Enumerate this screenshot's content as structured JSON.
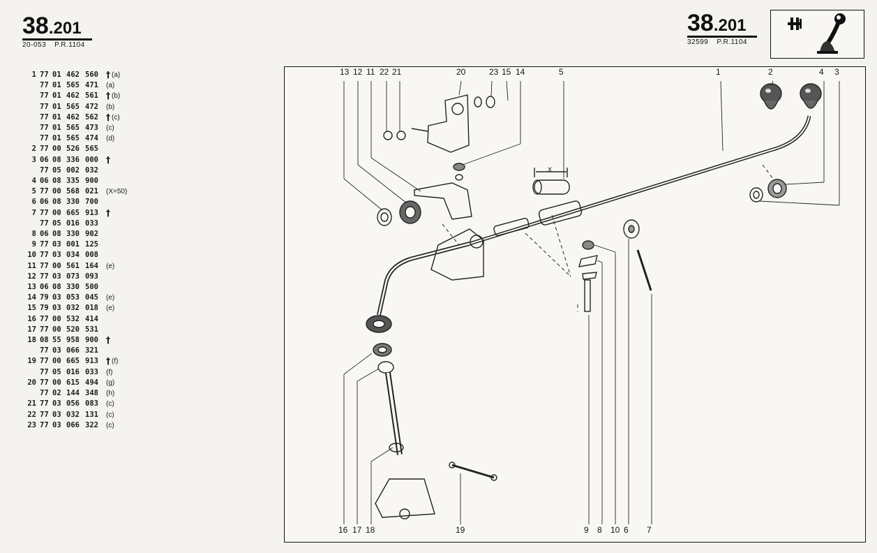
{
  "left_header": {
    "page": "38",
    "sub": ".201",
    "code": "20-053",
    "pr": "P.R.1104"
  },
  "right_header": {
    "page": "38",
    "sub": ".201",
    "code": "32599",
    "pr": "P.R.1104"
  },
  "parts": [
    {
      "ref": "1",
      "a": "77",
      "b": "01",
      "c": "462",
      "d": "560",
      "dagger": true,
      "note": "(a)"
    },
    {
      "ref": "",
      "a": "77",
      "b": "01",
      "c": "565",
      "d": "471",
      "dagger": false,
      "note": "(a)"
    },
    {
      "ref": "",
      "a": "77",
      "b": "01",
      "c": "462",
      "d": "561",
      "dagger": true,
      "note": "(b)"
    },
    {
      "ref": "",
      "a": "77",
      "b": "01",
      "c": "565",
      "d": "472",
      "dagger": false,
      "note": "(b)"
    },
    {
      "ref": "",
      "a": "77",
      "b": "01",
      "c": "462",
      "d": "562",
      "dagger": true,
      "note": "(c)"
    },
    {
      "ref": "",
      "a": "77",
      "b": "01",
      "c": "565",
      "d": "473",
      "dagger": false,
      "note": "(c)"
    },
    {
      "ref": "",
      "a": "77",
      "b": "01",
      "c": "565",
      "d": "474",
      "dagger": false,
      "note": "(d)"
    },
    {
      "ref": "2",
      "a": "77",
      "b": "00",
      "c": "526",
      "d": "565",
      "dagger": false,
      "note": ""
    },
    {
      "ref": "3",
      "a": "06",
      "b": "08",
      "c": "336",
      "d": "000",
      "dagger": true,
      "note": ""
    },
    {
      "ref": "",
      "a": "77",
      "b": "05",
      "c": "002",
      "d": "032",
      "dagger": false,
      "note": ""
    },
    {
      "ref": "4",
      "a": "06",
      "b": "08",
      "c": "335",
      "d": "900",
      "dagger": false,
      "note": ""
    },
    {
      "ref": "5",
      "a": "77",
      "b": "00",
      "c": "568",
      "d": "021",
      "dagger": false,
      "note": "(X=50)"
    },
    {
      "ref": "6",
      "a": "06",
      "b": "08",
      "c": "330",
      "d": "700",
      "dagger": false,
      "note": ""
    },
    {
      "ref": "7",
      "a": "77",
      "b": "00",
      "c": "665",
      "d": "913",
      "dagger": true,
      "note": ""
    },
    {
      "ref": "",
      "a": "77",
      "b": "05",
      "c": "016",
      "d": "033",
      "dagger": false,
      "note": ""
    },
    {
      "ref": "8",
      "a": "06",
      "b": "08",
      "c": "330",
      "d": "902",
      "dagger": false,
      "note": ""
    },
    {
      "ref": "9",
      "a": "77",
      "b": "03",
      "c": "001",
      "d": "125",
      "dagger": false,
      "note": ""
    },
    {
      "ref": "10",
      "a": "77",
      "b": "03",
      "c": "034",
      "d": "008",
      "dagger": false,
      "note": ""
    },
    {
      "ref": "11",
      "a": "77",
      "b": "00",
      "c": "561",
      "d": "164",
      "dagger": false,
      "note": "(e)"
    },
    {
      "ref": "12",
      "a": "77",
      "b": "03",
      "c": "073",
      "d": "093",
      "dagger": false,
      "note": ""
    },
    {
      "ref": "13",
      "a": "06",
      "b": "08",
      "c": "330",
      "d": "500",
      "dagger": false,
      "note": ""
    },
    {
      "ref": "14",
      "a": "79",
      "b": "03",
      "c": "053",
      "d": "045",
      "dagger": false,
      "note": "(e)"
    },
    {
      "ref": "15",
      "a": "79",
      "b": "03",
      "c": "032",
      "d": "018",
      "dagger": false,
      "note": "(e)"
    },
    {
      "ref": "16",
      "a": "77",
      "b": "00",
      "c": "532",
      "d": "414",
      "dagger": false,
      "note": ""
    },
    {
      "ref": "17",
      "a": "77",
      "b": "00",
      "c": "520",
      "d": "531",
      "dagger": false,
      "note": ""
    },
    {
      "ref": "18",
      "a": "08",
      "b": "55",
      "c": "958",
      "d": "900",
      "dagger": true,
      "note": ""
    },
    {
      "ref": "",
      "a": "77",
      "b": "03",
      "c": "066",
      "d": "321",
      "dagger": false,
      "note": ""
    },
    {
      "ref": "19",
      "a": "77",
      "b": "00",
      "c": "665",
      "d": "913",
      "dagger": true,
      "note": "(f)"
    },
    {
      "ref": "",
      "a": "77",
      "b": "05",
      "c": "016",
      "d": "033",
      "dagger": false,
      "note": "(f)"
    },
    {
      "ref": "20",
      "a": "77",
      "b": "00",
      "c": "615",
      "d": "494",
      "dagger": false,
      "note": "(g)"
    },
    {
      "ref": "",
      "a": "77",
      "b": "02",
      "c": "144",
      "d": "348",
      "dagger": false,
      "note": "(h)"
    },
    {
      "ref": "21",
      "a": "77",
      "b": "03",
      "c": "056",
      "d": "083",
      "dagger": false,
      "note": "(c)"
    },
    {
      "ref": "22",
      "a": "77",
      "b": "03",
      "c": "032",
      "d": "131",
      "dagger": false,
      "note": "(c)"
    },
    {
      "ref": "23",
      "a": "77",
      "b": "03",
      "c": "066",
      "d": "322",
      "dagger": false,
      "note": "(c)"
    }
  ],
  "top_callouts": [
    "13",
    "12",
    "11",
    "22",
    "21",
    "20",
    "23",
    "15",
    "14",
    "5",
    "1",
    "2",
    "4",
    "3"
  ],
  "bottom_callouts": [
    "16",
    "17",
    "18",
    "19",
    "9",
    "8",
    "10",
    "6",
    "7"
  ],
  "dimension_label": "X",
  "dagger_symbol": "†"
}
